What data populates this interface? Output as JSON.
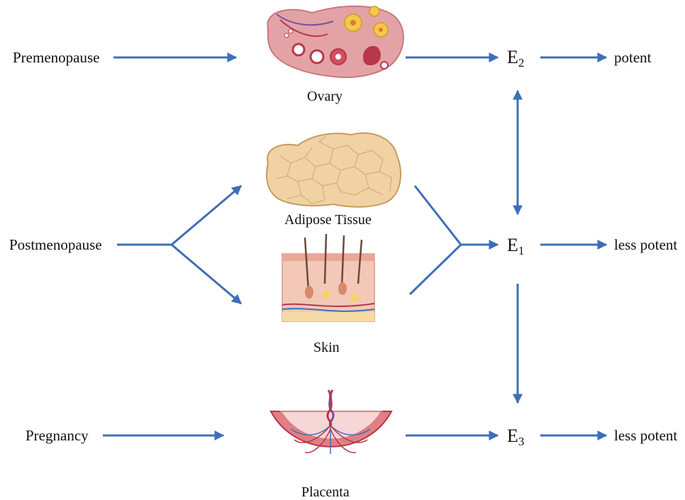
{
  "conditions": {
    "premenopause": "Premenopause",
    "postmenopause": "Postmenopause",
    "pregnancy": "Pregnancy"
  },
  "organs": {
    "ovary": "Ovary",
    "adipose": "Adipose Tissue",
    "skin": "Skin",
    "placenta": "Placenta"
  },
  "hormones": {
    "e2": {
      "base": "E",
      "sub": "2"
    },
    "e1": {
      "base": "E",
      "sub": "1"
    },
    "e3": {
      "base": "E",
      "sub": "3"
    }
  },
  "potency": {
    "e2": "potent",
    "e1": "less potent",
    "e3": "less potent"
  },
  "colors": {
    "arrow": "#3d6fb8",
    "ovary": "#e3a3a6",
    "adipose": "#f1d2a5",
    "skin": "#f3c8b8",
    "placenta": "#e07f86"
  }
}
